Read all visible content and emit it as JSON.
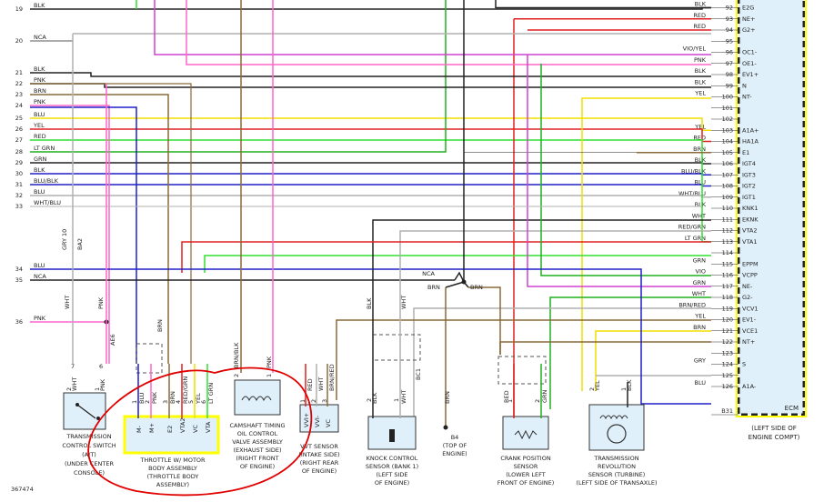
{
  "figure_id": "367474",
  "ecm": {
    "label": "ECM",
    "location": [
      "(LEFT SIDE OF",
      "ENGINE COMPT)"
    ],
    "pins": [
      {
        "pin": "92",
        "color": "BLK",
        "term": "E2G"
      },
      {
        "pin": "93",
        "color": "RED",
        "term": "NE+"
      },
      {
        "pin": "94",
        "color": "RED",
        "term": "G2+"
      },
      {
        "pin": "95",
        "color": "",
        "term": ""
      },
      {
        "pin": "96",
        "color": "VIO/YEL",
        "term": "OC1-"
      },
      {
        "pin": "97",
        "color": "PNK",
        "term": "OE1-"
      },
      {
        "pin": "98",
        "color": "BLK",
        "term": "EV1+"
      },
      {
        "pin": "99",
        "color": "BLK",
        "term": "N"
      },
      {
        "pin": "100",
        "color": "YEL",
        "term": "NT-"
      },
      {
        "pin": "101",
        "color": "",
        "term": ""
      },
      {
        "pin": "102",
        "color": "",
        "term": ""
      },
      {
        "pin": "103",
        "color": "YEL",
        "term": "A1A+"
      },
      {
        "pin": "104",
        "color": "RED",
        "term": "HA1A"
      },
      {
        "pin": "105",
        "color": "BRN",
        "term": "E1"
      },
      {
        "pin": "106",
        "color": "BLK",
        "term": "IGT4"
      },
      {
        "pin": "107",
        "color": "BLU/BLK",
        "term": "IGT3"
      },
      {
        "pin": "108",
        "color": "BLU",
        "term": "IGT2"
      },
      {
        "pin": "109",
        "color": "WHT/BLU",
        "term": "IGT1"
      },
      {
        "pin": "110",
        "color": "BLK",
        "term": "KNK1"
      },
      {
        "pin": "111",
        "color": "WHT",
        "term": "EKNK"
      },
      {
        "pin": "112",
        "color": "RED/GRN",
        "term": "VTA2"
      },
      {
        "pin": "113",
        "color": "LT GRN",
        "term": "VTA1"
      },
      {
        "pin": "114",
        "color": "",
        "term": ""
      },
      {
        "pin": "115",
        "color": "GRN",
        "term": "EPPM"
      },
      {
        "pin": "116",
        "color": "VIO",
        "term": "VCPP"
      },
      {
        "pin": "117",
        "color": "GRN",
        "term": "NE-"
      },
      {
        "pin": "118",
        "color": "WHT",
        "term": "G2-"
      },
      {
        "pin": "119",
        "color": "BRN/RED",
        "term": "VCV1"
      },
      {
        "pin": "120",
        "color": "YEL",
        "term": "EV1-"
      },
      {
        "pin": "121",
        "color": "BRN",
        "term": "VCE1"
      },
      {
        "pin": "122",
        "color": "",
        "term": "NT+"
      },
      {
        "pin": "123",
        "color": "",
        "term": ""
      },
      {
        "pin": "124",
        "color": "GRY",
        "term": "S"
      },
      {
        "pin": "125",
        "color": "",
        "term": ""
      },
      {
        "pin": "126",
        "color": "BLU",
        "term": "A1A-"
      }
    ],
    "extra_pin": "B31"
  },
  "left_rows": [
    {
      "num": "19",
      "label": "BLK"
    },
    {
      "num": "20",
      "label": "NCA"
    },
    {
      "num": "21",
      "label": "BLK"
    },
    {
      "num": "22",
      "label": "PNK"
    },
    {
      "num": "23",
      "label": "BRN"
    },
    {
      "num": "24",
      "label": "PNK"
    },
    {
      "num": "25",
      "label": "BLU"
    },
    {
      "num": "26",
      "label": "YEL"
    },
    {
      "num": "27",
      "label": "RED"
    },
    {
      "num": "28",
      "label": "LT GRN"
    },
    {
      "num": "29",
      "label": "GRN"
    },
    {
      "num": "30",
      "label": "BLK"
    },
    {
      "num": "31",
      "label": "BLU/BLK"
    },
    {
      "num": "32",
      "label": "BLU"
    },
    {
      "num": "33",
      "label": "WHT/BLU"
    },
    {
      "num": "34",
      "label": "BLU"
    },
    {
      "num": "35",
      "label": "NCA"
    },
    {
      "num": "36",
      "label": "PNK"
    }
  ],
  "splice_label": "NCA",
  "splice_brn": "BRN",
  "wires_top": {
    "gry": "GRY",
    "ba2": "BA2",
    "ten": "10",
    "wht": "WHT",
    "pnk": "PNK",
    "brn": "BRN",
    "brnblk": "BRN/BLK",
    "pnk2": "PNK",
    "blk": "BLK",
    "wht2": "WHT"
  },
  "components": {
    "trans_switch": {
      "pins": [
        "7",
        "6"
      ],
      "wires": [
        "WHT",
        "PNK"
      ],
      "conn": "AE6",
      "pinnums": [
        "2",
        "1"
      ],
      "labels": [
        "TRANSMISSION",
        "CONTROL SWITCH",
        "(A/T)",
        "(UNDER CENTER",
        "CONSOLE)"
      ]
    },
    "throttle": {
      "wires": [
        "BLU",
        "PNK",
        "BRN",
        "RED/GRN",
        "YEL",
        "LT GRN"
      ],
      "nums": [
        "1",
        "2",
        "3",
        "4",
        "5",
        "6"
      ],
      "terms": [
        "M-",
        "M+",
        "E2",
        "VTA2",
        "VC",
        "VTA"
      ],
      "labels": [
        "THROTTLE W/ MOTOR",
        "BODY ASSEMBLY",
        "(THROTTLE BODY",
        "ASSEMBLY)"
      ]
    },
    "camshaft": {
      "nums": [
        "2",
        "1"
      ],
      "labels": [
        "CAMSHAFT TIMING",
        "OIL CONTROL",
        "VALVE ASSEMBLY",
        "(EXHAUST SIDE)",
        "(RIGHT FRONT",
        "OF ENGINE)"
      ]
    },
    "vvt": {
      "wires": [
        "RED",
        "WHT",
        "BRN/RED"
      ],
      "nums": [
        "1",
        "2",
        "3"
      ],
      "terms": [
        "VVI+",
        "VVI-",
        "VC"
      ],
      "labels": [
        "VVT SENSOR",
        "(INTAKE SIDE)",
        "(RIGHT REAR",
        "OF ENGINE)"
      ]
    },
    "knock": {
      "wires": [
        "BLK",
        "WHT"
      ],
      "nums": [
        "2",
        "1"
      ],
      "conn": "BC1",
      "labels": [
        "KNOCK CONTROL",
        "SENSOR (BANK 1)",
        "(LEFT SIDE",
        "OF ENGINE)"
      ]
    },
    "ground": {
      "wire": "BRN",
      "id": "B4",
      "labels": [
        "(TOP OF",
        "ENGINE)"
      ]
    },
    "crank": {
      "wires": [
        "RED",
        "GRN"
      ],
      "nums": [
        "1",
        "2"
      ],
      "labels": [
        "CRANK POSITION",
        "SENSOR",
        "(LOWER LEFT",
        "FRONT OF ENGINE)"
      ]
    },
    "trans_rev": {
      "wires": [
        "YEL",
        "BLK"
      ],
      "nums": [
        "2",
        "1"
      ],
      "labels": [
        "TRANSMISSION",
        "REVOLUTION",
        "SENSOR (TURBINE)",
        "(LEFT SIDE OF TRANSAXLE)"
      ]
    }
  },
  "colors": {
    "black": "#222222",
    "red": "#e02020",
    "pink": "#ff66c8",
    "blue": "#2020c8",
    "yellow": "#f0e000",
    "green": "#20b020",
    "ltgreen": "#30e030",
    "brown": "#8a6a3a",
    "gray": "#b0b0b0",
    "violet": "#d040d0",
    "ecm_fill": "#dff0fa",
    "highlight": "#ffff00",
    "annotation": "#e00000"
  }
}
